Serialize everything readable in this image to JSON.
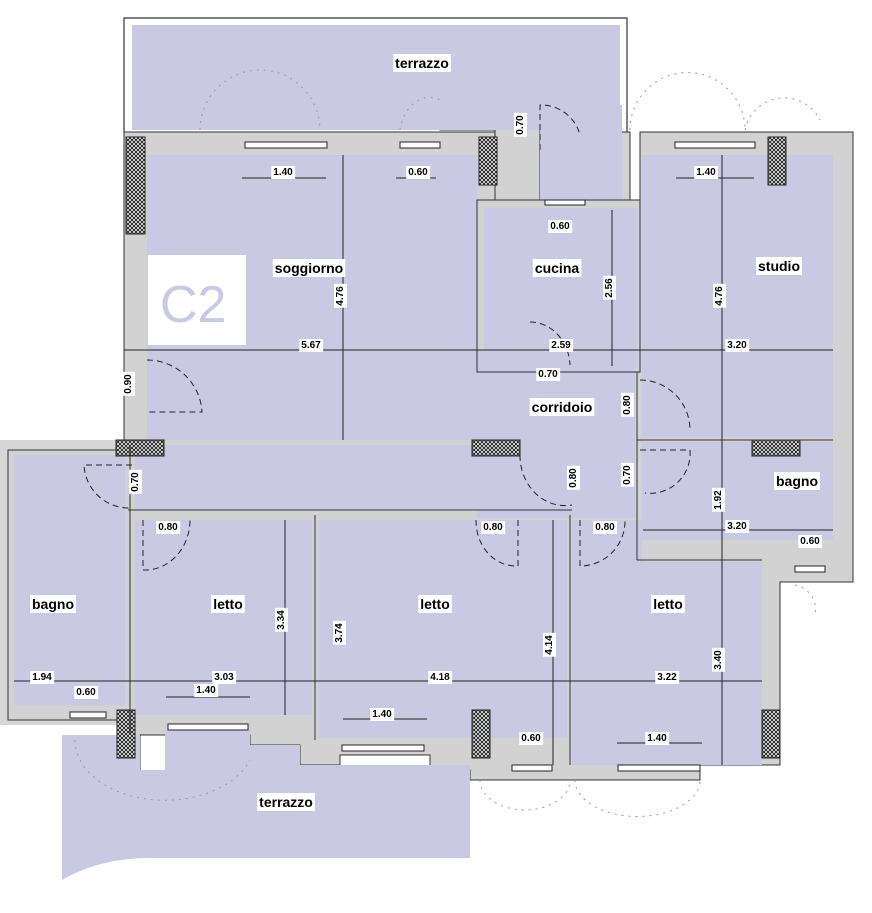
{
  "unit_badge": "C2",
  "rooms": {
    "terrazzo_top": "terrazzo",
    "soggiorno": "soggiorno",
    "cucina": "cucina",
    "studio": "studio",
    "corridoio": "corridoio",
    "bagno_right": "bagno",
    "bagno_left": "bagno",
    "letto_1": "letto",
    "letto_2": "letto",
    "letto_3": "letto",
    "terrazzo_bottom": "terrazzo"
  },
  "dims": [
    "1.40",
    "0.60",
    "0.60",
    "2.56",
    "4.76",
    "1.40",
    "4.76",
    "5.67",
    "2.59",
    "3.20",
    "0.90",
    "0.70",
    "0.80",
    "0.70",
    "0.70",
    "0.80",
    "0.70",
    "1.92",
    "3.20",
    "0.60",
    "0.80",
    "0.80",
    "0.80",
    "3.34",
    "3.74",
    "4.14",
    "3.40",
    "1.94",
    "3.03",
    "4.18",
    "3.22",
    "0.60",
    "1.40",
    "1.40",
    "0.60",
    "1.40"
  ],
  "colors": {
    "floor": "#c9c9e4",
    "wall": "#d2d2d2"
  }
}
